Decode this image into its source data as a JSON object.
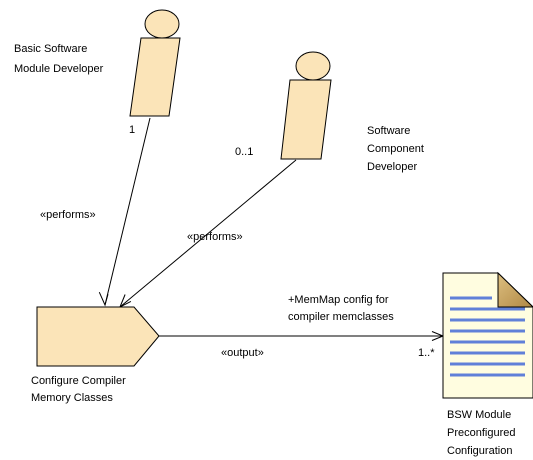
{
  "roles": {
    "bsw_developer": {
      "label_lines": [
        "Basic Software",
        "Module Developer"
      ],
      "multiplicity": "1"
    },
    "swc_developer": {
      "label_lines": [
        "Software",
        "Component",
        "Developer"
      ],
      "multiplicity": "0..1"
    }
  },
  "task": {
    "label_lines": [
      "Configure Compiler",
      "Memory Classes"
    ]
  },
  "artifact": {
    "label_lines": [
      "BSW Module",
      "Preconfigured",
      "Configuration"
    ],
    "role_lines": [
      "+MemMap config for",
      "compiler memclasses"
    ],
    "multiplicity": "1..*"
  },
  "associations": {
    "performs_bsw": "«performs»",
    "performs_swc": "«performs»",
    "output": "«output»"
  },
  "colors": {
    "role_fill": "#fbe4b8",
    "role_stroke": "#000000",
    "document_fill": "#fffde0",
    "document_fold": "#c4a060",
    "document_lines": "#6080d8"
  }
}
